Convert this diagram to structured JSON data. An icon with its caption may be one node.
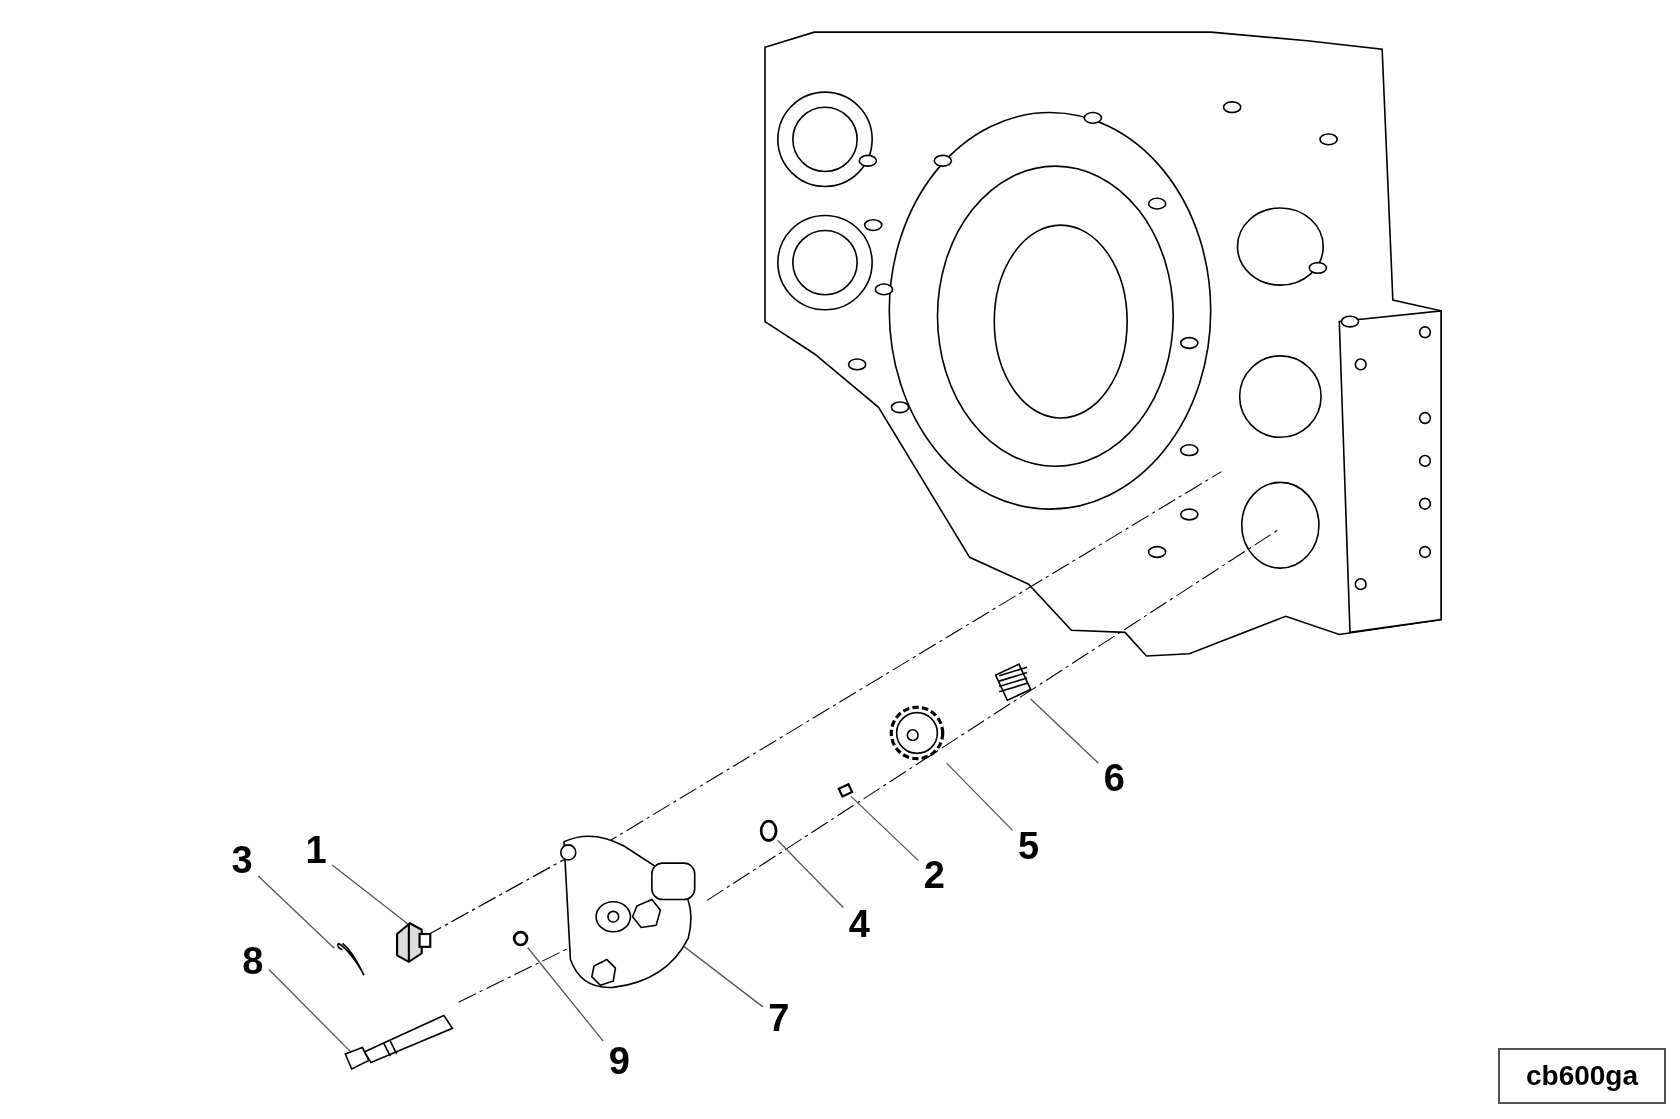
{
  "diagram": {
    "nodes": [
      {
        "text": [
          "6"
        ]
      },
      {
        "text": [
          "5"
        ]
      },
      {
        "text": [
          "1"
        ]
      },
      {
        "text": [
          "3"
        ]
      },
      {
        "text": [
          "2"
        ]
      },
      {
        "text": [
          "4"
        ]
      },
      {
        "text": [
          "8"
        ]
      },
      {
        "text": [
          "7"
        ]
      },
      {
        "text": [
          "9"
        ]
      },
      {
        "text": [],
        "shape": "picture"
      },
      {
        "text": [],
        "shape": "picture"
      },
      {
        "text": [],
        "shape": "bolt"
      },
      {
        "text": [],
        "shape": "picture"
      },
      {
        "text": [],
        "shape": "box"
      },
      {
        "text": [],
        "shape": "circle"
      },
      {
        "text": [],
        "shape": "picture"
      },
      {
        "text": [],
        "shape": "picture"
      },
      {
        "text": [],
        "shape": "circle"
      }
    ],
    "edges": [
      {
        "from": 0,
        "to": 9,
        "arrow": "none"
      },
      {
        "from": 1,
        "to": 10,
        "arrow": "none"
      },
      {
        "from": 2,
        "to": 11,
        "arrow": "none"
      },
      {
        "from": 3,
        "to": 12,
        "arrow": "none"
      },
      {
        "from": 4,
        "to": 13,
        "arrow": "none"
      },
      {
        "from": 5,
        "to": 14,
        "arrow": "none"
      },
      {
        "from": 6,
        "to": 15,
        "arrow": "none"
      },
      {
        "from": 7,
        "to": 16,
        "arrow": "none"
      },
      {
        "from": 8,
        "to": 17,
        "arrow": "none"
      },
      {
        "from": 11,
        "to": 16,
        "arrow": "none",
        "style": "dashed"
      }
    ],
    "labels": [
      "cb600ga"
    ]
  }
}
